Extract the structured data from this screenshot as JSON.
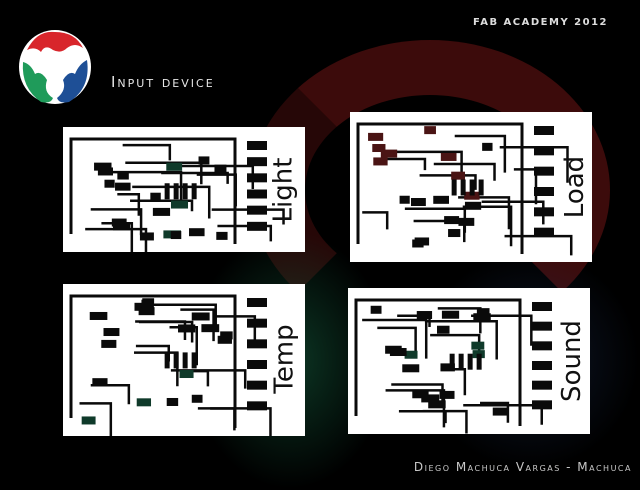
{
  "header": {
    "event": "FAB ACADEMY 2012",
    "title": "Input device"
  },
  "footer": {
    "author": "Diego Machuca Vargas - Machuca"
  },
  "logo": {
    "name": "fab-lab-logo",
    "colors": [
      "#d8252b",
      "#1f9b5a",
      "#1e4f96"
    ]
  },
  "boards": [
    {
      "label": "Light",
      "trace_color": "#0a0a0a",
      "accent_color": "#0f3a2a"
    },
    {
      "label": "Load",
      "trace_color": "#0a0a0a",
      "accent_color": "#4a1414"
    },
    {
      "label": "Temp",
      "trace_color": "#0a0a0a",
      "accent_color": "#0f3a2a"
    },
    {
      "label": "Sound",
      "trace_color": "#0a0a0a",
      "accent_color": "#0f3a2a"
    }
  ]
}
